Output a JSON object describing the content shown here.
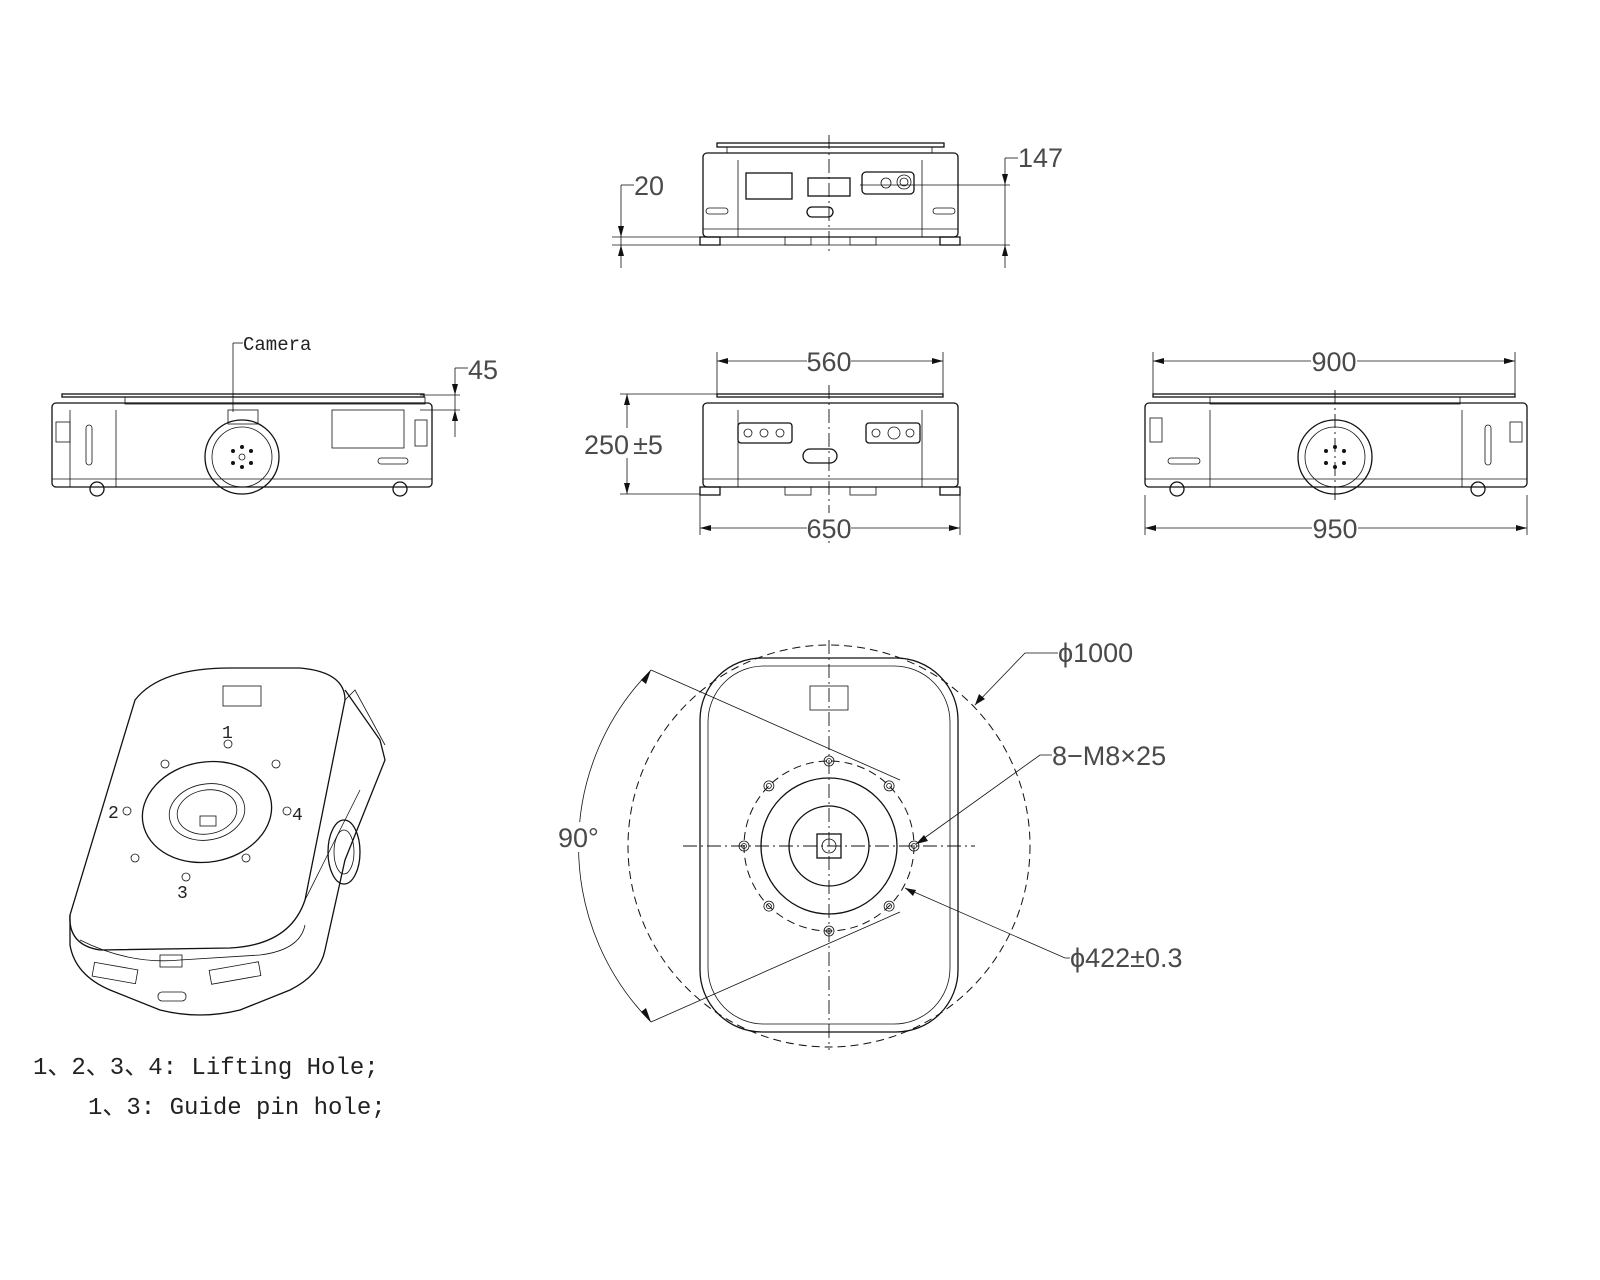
{
  "front_view": {
    "dim_clearance": "20",
    "dim_height_top": "147"
  },
  "side_view_left": {
    "camera_label": "Camera",
    "dim_45": "45"
  },
  "end_view": {
    "dim_top_width": "560",
    "dim_height": "250",
    "dim_height_tol": "±5",
    "dim_bottom_width": "650"
  },
  "side_view_right": {
    "dim_top_length": "900",
    "dim_bottom_length": "950"
  },
  "top_view": {
    "dim_rotation_dia": "ϕ1000",
    "dim_holes": "8−M8×25",
    "dim_pcd": "ϕ422±0.3",
    "dim_angle": "90°"
  },
  "iso_view": {
    "hole_labels": [
      "1",
      "2",
      "3",
      "4"
    ]
  },
  "notes": {
    "line1": "1、2、3、4: Lifting Hole;",
    "line2": "1、3: Guide pin hole;"
  }
}
